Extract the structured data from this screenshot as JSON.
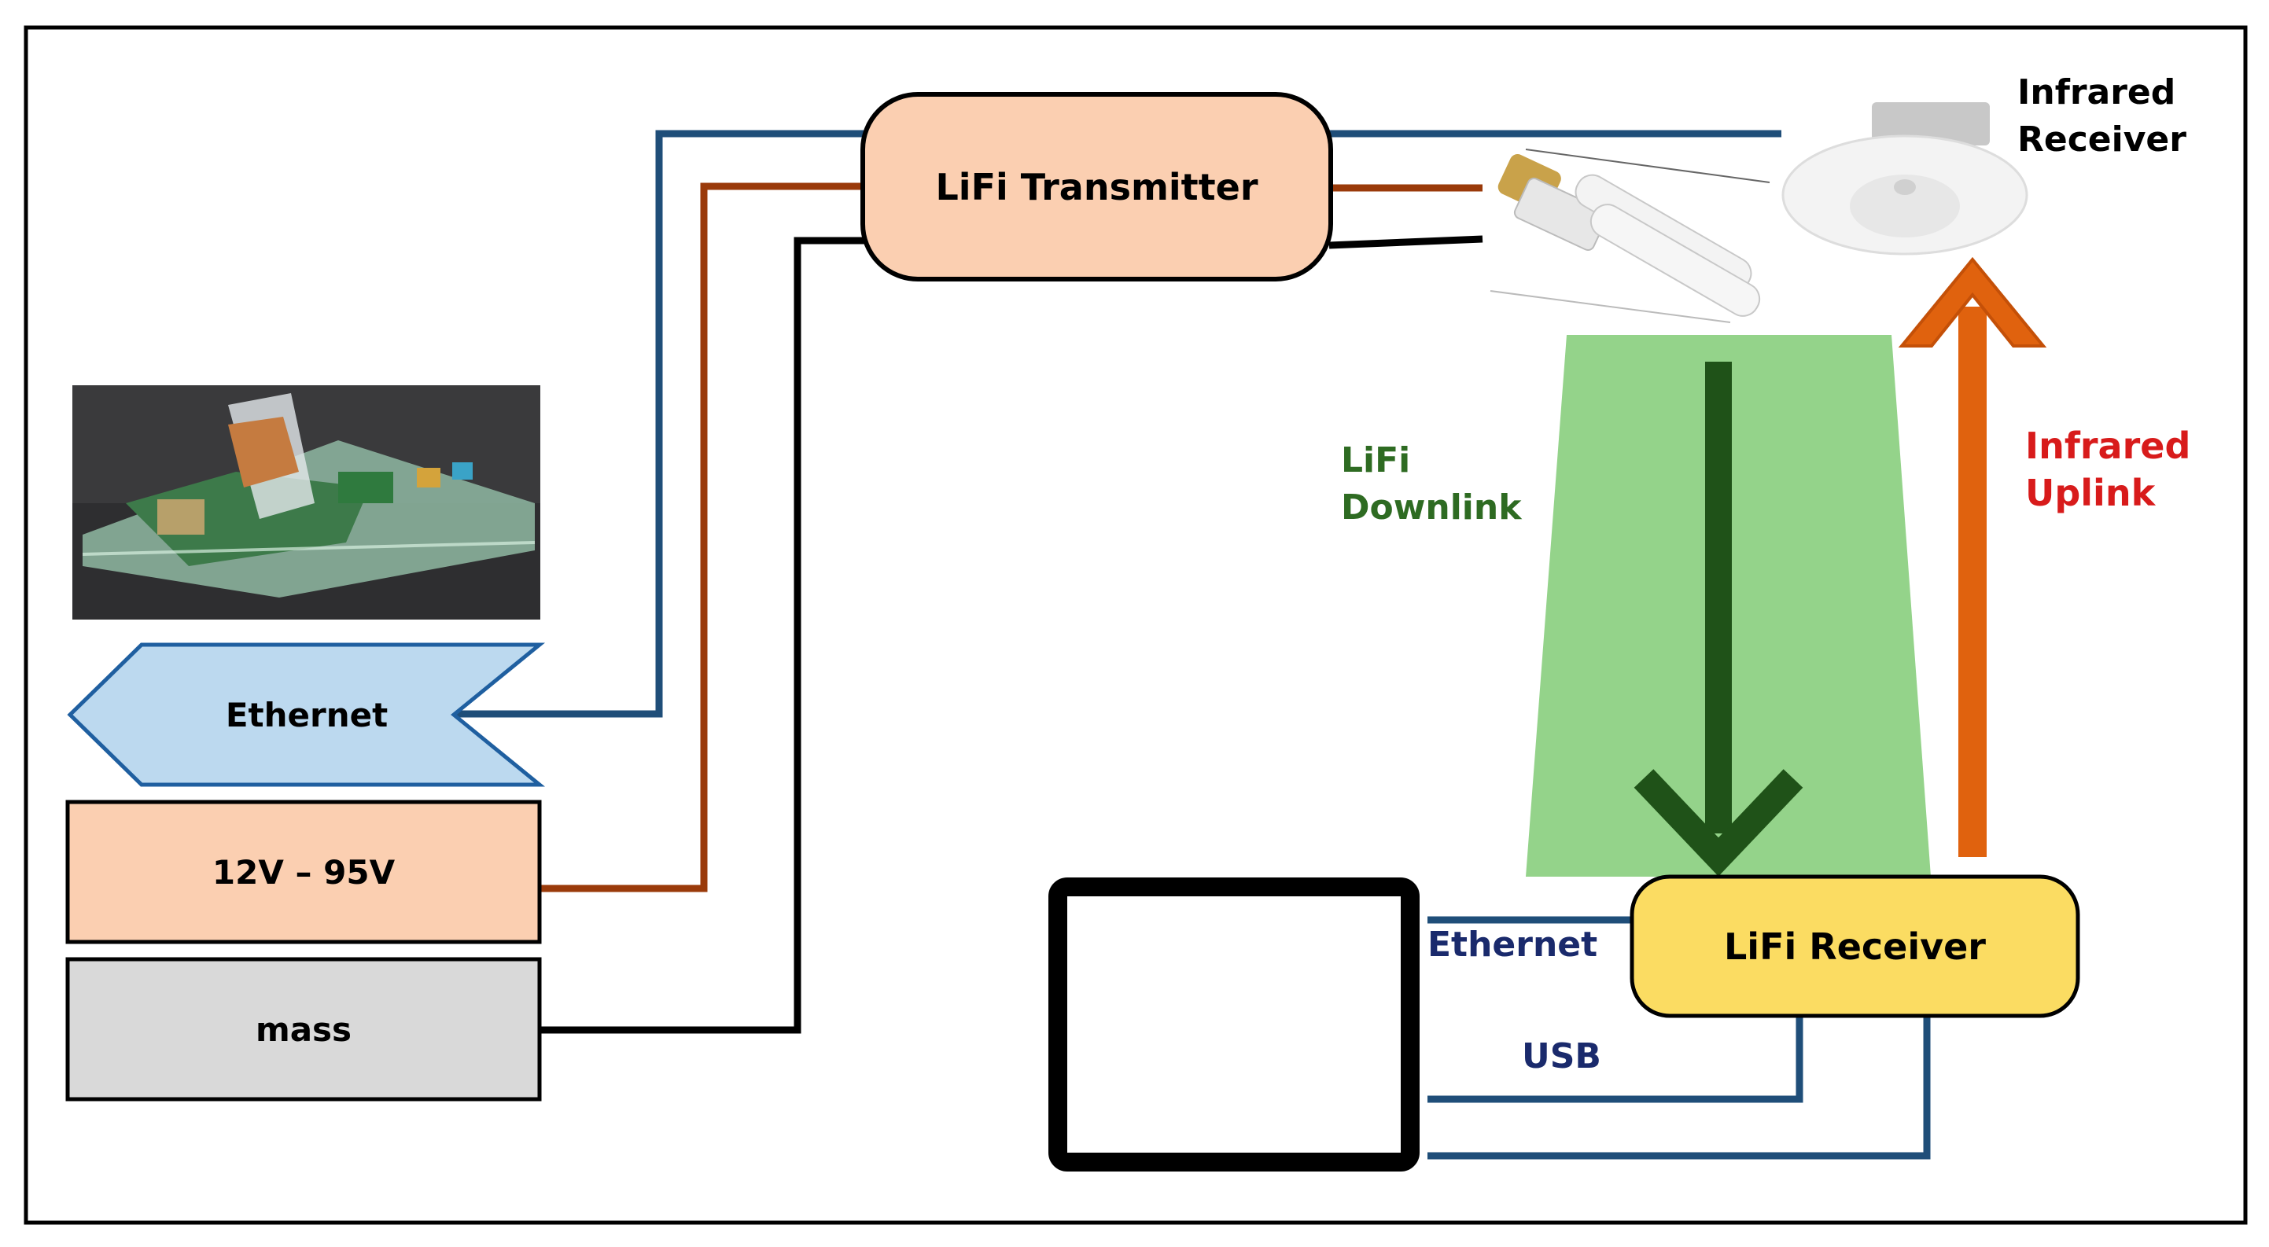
{
  "transmitter": {
    "label": "LiFi Transmitter"
  },
  "receiver": {
    "label": "LiFi Receiver"
  },
  "infrared_receiver": {
    "line1": "Infrared",
    "line2": "Receiver"
  },
  "left_blocks": {
    "ethernet": "Ethernet",
    "power": "12V – 95V",
    "mass": "mass"
  },
  "downlink": {
    "line1": "LiFi",
    "line2": "Downlink"
  },
  "uplink": {
    "line1": "Infrared",
    "line2": "Uplink"
  },
  "links": {
    "ethernet": "Ethernet",
    "usb": "USB"
  },
  "colors": {
    "blue_wire": "#1f4e79",
    "brown_wire": "#9a3a0a",
    "black_wire": "#000000",
    "transmitter_fill": "#fbcfb1",
    "receiver_fill": "#fbdc62",
    "ethernet_arrow_fill": "#bcd9ef",
    "power_fill": "#fbcfb1",
    "mass_fill": "#d9d9d9",
    "light_beam": "#94d38a",
    "downlink_arrow": "#1f5218",
    "uplink_arrow": "#e0620e",
    "downlink_text": "#2e6b22",
    "uplink_text": "#d81b1b",
    "link_text": "#1a2a6c"
  }
}
